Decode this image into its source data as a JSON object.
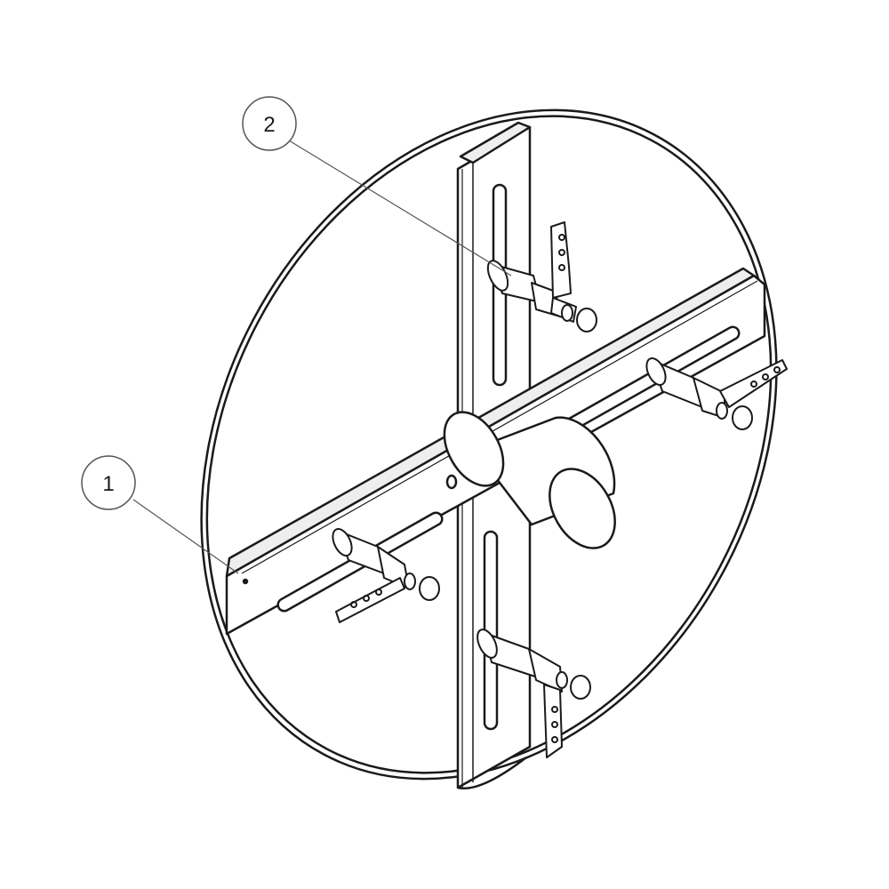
{
  "colors": {
    "line": "#1a1a1a",
    "fill": "#ffffff",
    "shade": "#e6e6e6",
    "callout_stroke": "#555555"
  },
  "callouts": [
    {
      "number": "1",
      "part": "horizontal-slotted-bar"
    },
    {
      "number": "2",
      "part": "clamp-assembly"
    }
  ]
}
